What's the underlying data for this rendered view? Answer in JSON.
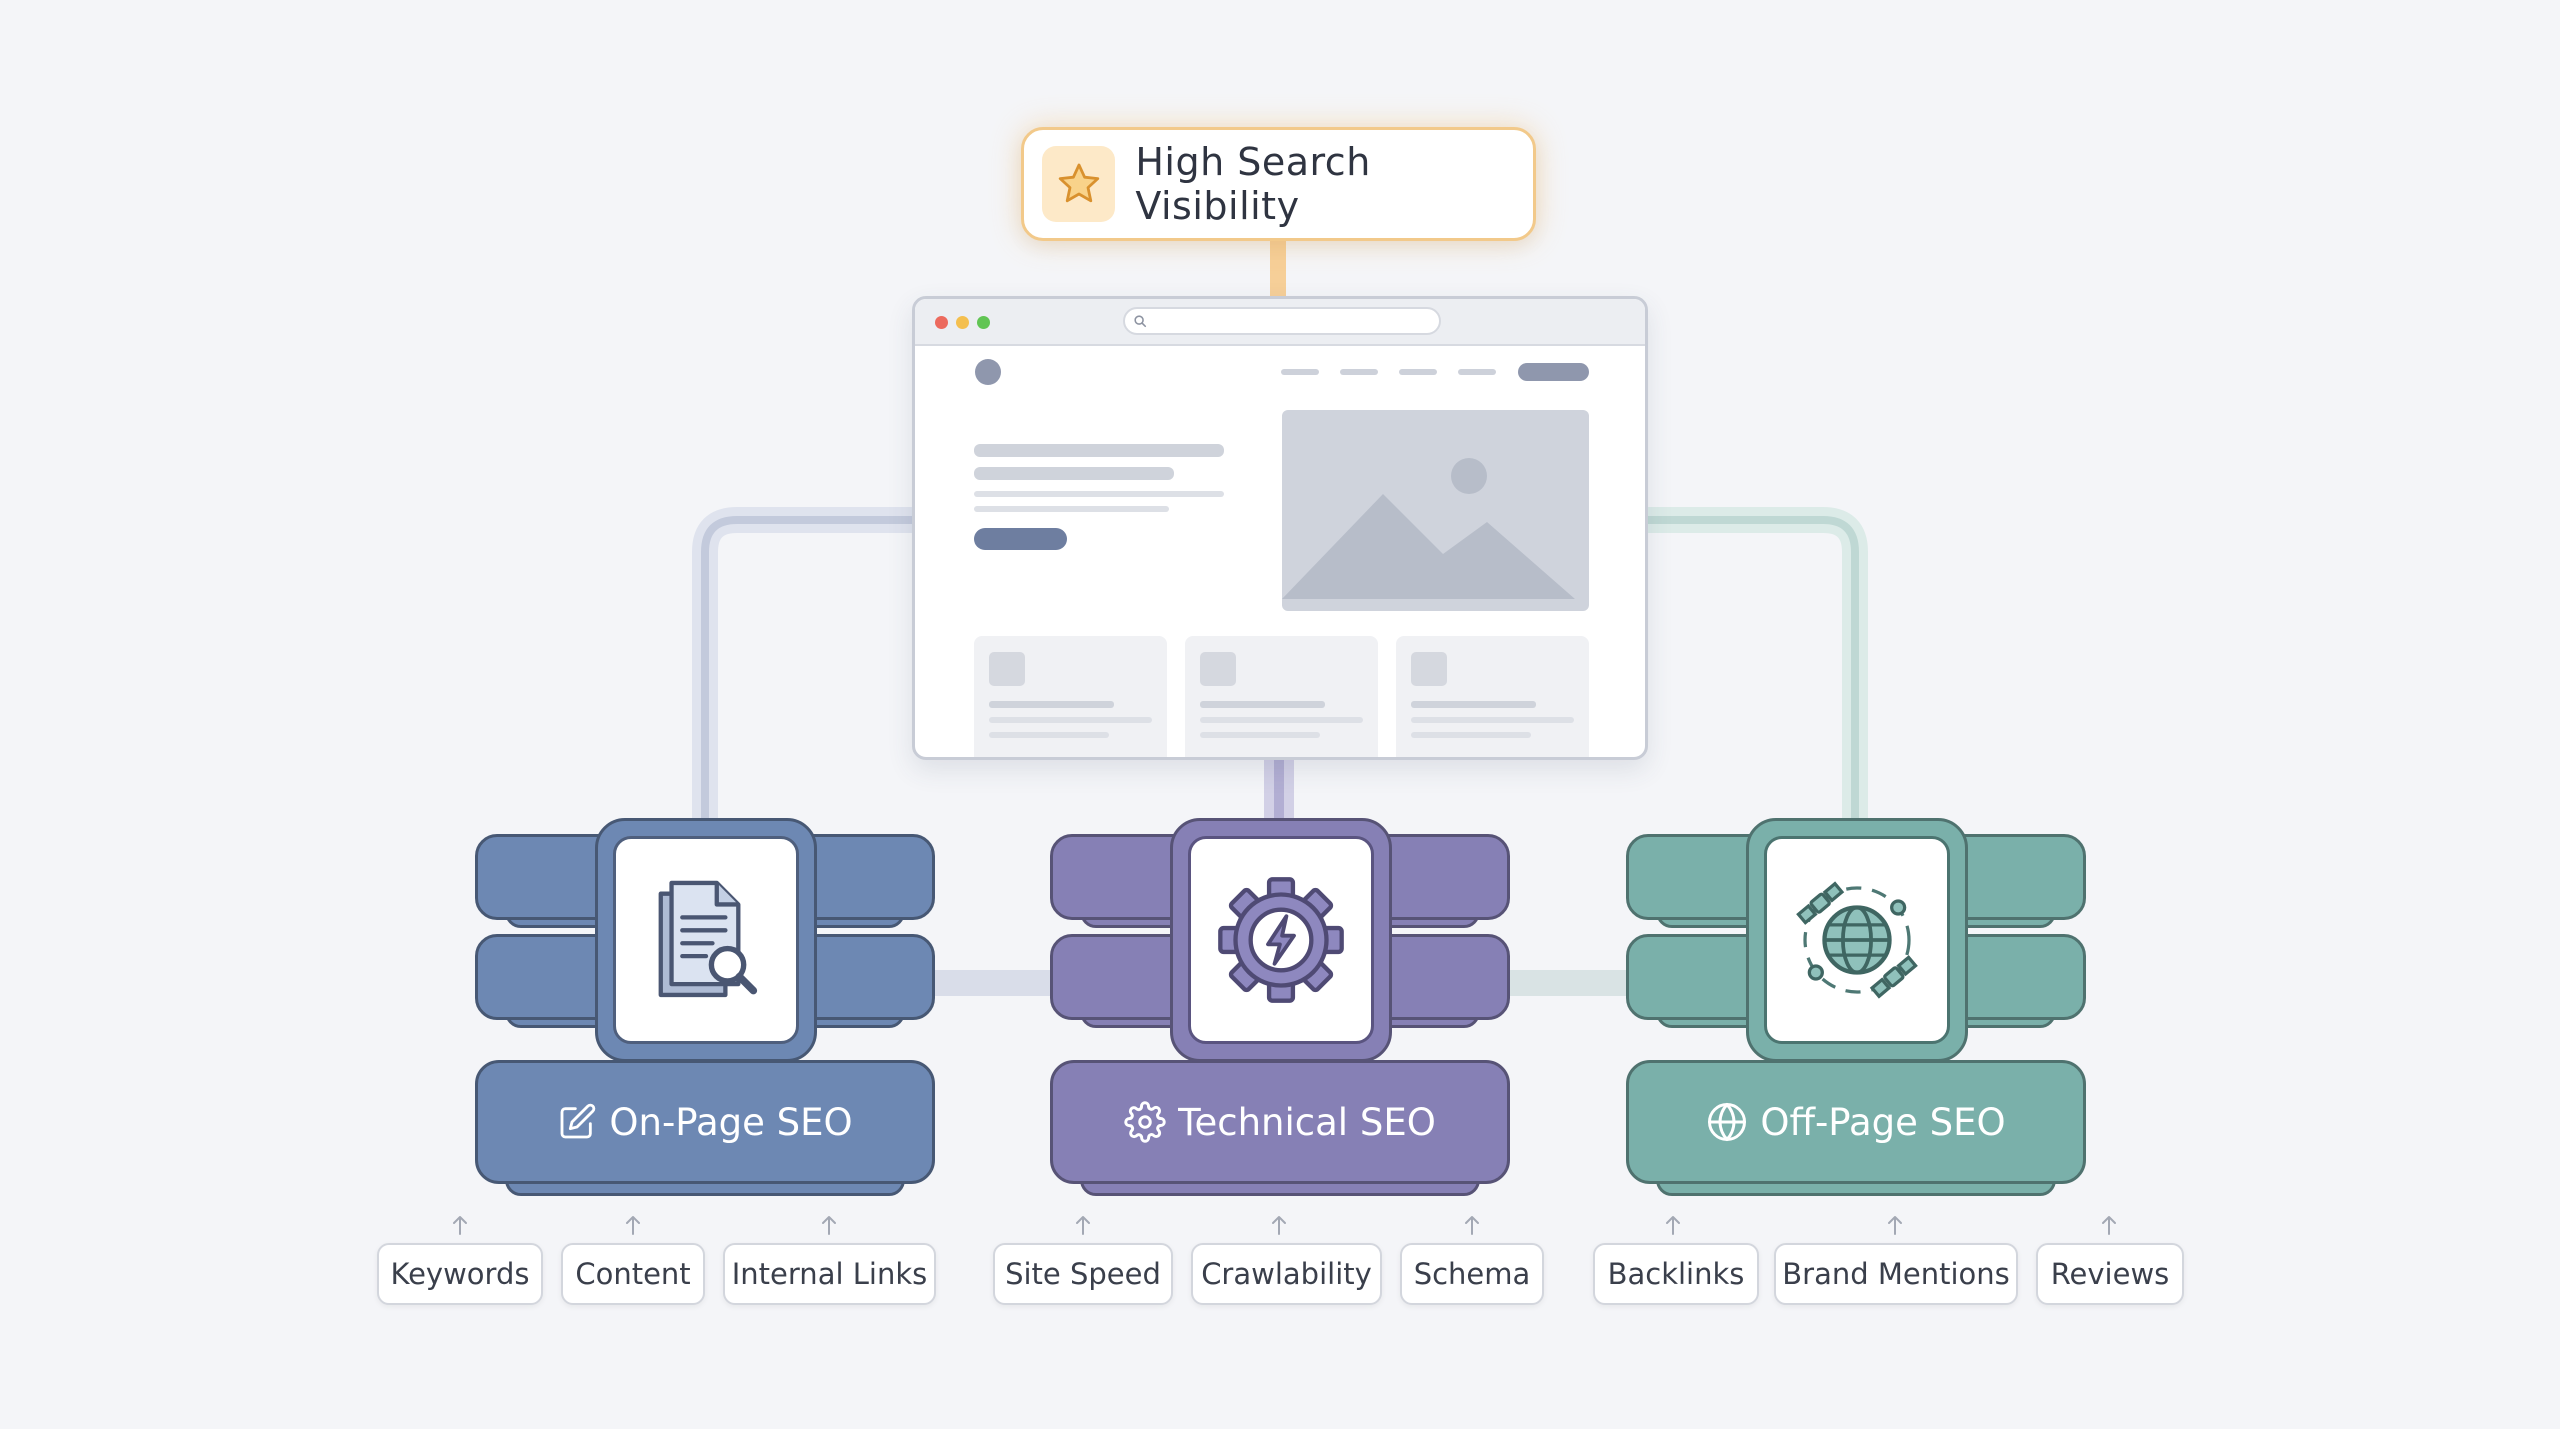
{
  "goal": {
    "label": "High Search Visibility",
    "icon": "star-icon",
    "accent": "#f2c98a"
  },
  "pillars": [
    {
      "title": "On-Page SEO",
      "label_icon": "edit-icon",
      "main_icon": "document-search-icon",
      "color": "#6d88b3"
    },
    {
      "title": "Technical SEO",
      "label_icon": "gear-icon",
      "main_icon": "gear-bolt-icon",
      "color": "#8680b5"
    },
    {
      "title": "Off-Page SEO",
      "label_icon": "globe-icon",
      "main_icon": "globe-satellite-icon",
      "color": "#7ab0aa"
    }
  ],
  "factors": [
    {
      "label": "Keywords"
    },
    {
      "label": "Content"
    },
    {
      "label": "Internal Links"
    },
    {
      "label": "Site Speed"
    },
    {
      "label": "Crawlability"
    },
    {
      "label": "Schema"
    },
    {
      "label": "Backlinks"
    },
    {
      "label": "Brand Mentions"
    },
    {
      "label": "Reviews"
    }
  ]
}
